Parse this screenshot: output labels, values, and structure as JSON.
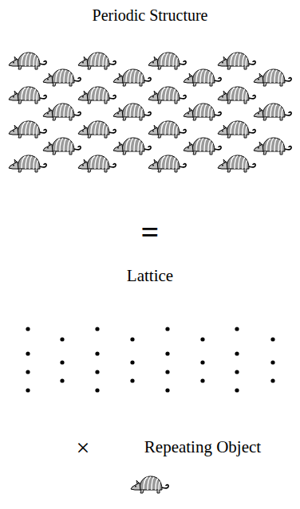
{
  "diagram": {
    "title": "Periodic Structure",
    "labels": [
      "=",
      "Lattice",
      "×",
      "Repeating Object"
    ]
  }
}
